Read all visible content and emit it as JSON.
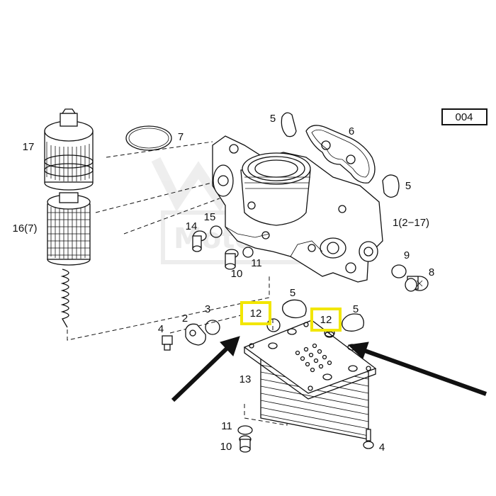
{
  "page_ref": "004",
  "callouts": {
    "c17": "17",
    "c7": "7",
    "c16": "16(7)",
    "c5a": "5",
    "c6": "6",
    "c5b": "5",
    "c15": "15",
    "c14": "14",
    "c1": "1(2−17)",
    "c9": "9",
    "c8": "8",
    "c10a": "10",
    "c11a": "11",
    "c5c": "5",
    "c5d": "5",
    "c3": "3",
    "c2": "2",
    "c4a": "4",
    "c12a": "12",
    "c12b": "12",
    "c13": "13",
    "c11b": "11",
    "c10b": "10",
    "c4b": "4"
  },
  "watermark": "Motor Hut",
  "colors": {
    "highlight": "#f2e600",
    "line": "#111111"
  }
}
